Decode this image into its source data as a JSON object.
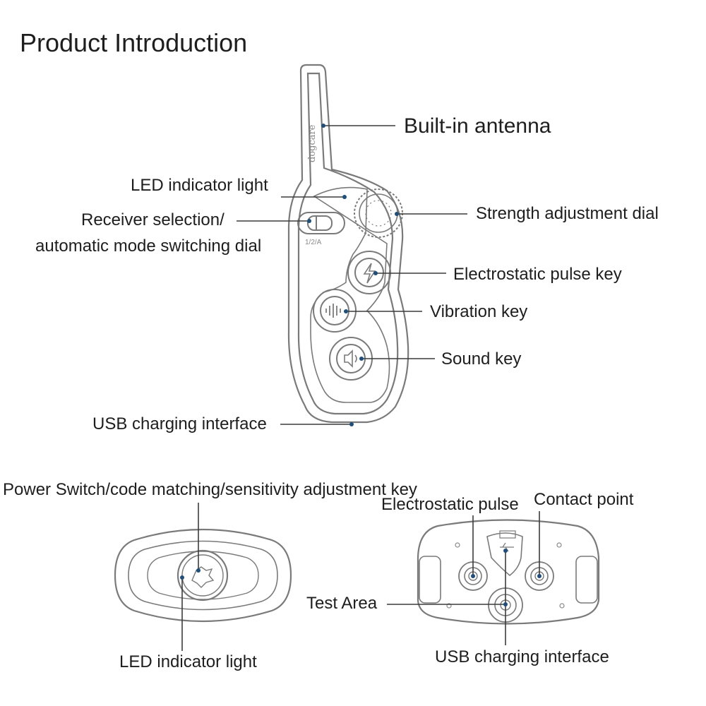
{
  "title": "Product Introduction",
  "remote": {
    "brand_text": "dogcare",
    "mode_text": "1/2/A",
    "labels": {
      "antenna": "Built-in antenna",
      "led": "LED indicator light",
      "receiver_1": "Receiver selection/",
      "receiver_2": "automatic mode switching dial",
      "strength": "Strength adjustment dial",
      "shock": "Electrostatic pulse key",
      "vibration": "Vibration key",
      "sound": "Sound key",
      "usb": "USB charging interface"
    }
  },
  "receiver_front": {
    "labels": {
      "power": "Power Switch/code matching/sensitivity adjustment key",
      "led": "LED indicator light"
    }
  },
  "receiver_back": {
    "labels": {
      "pulse": "Electrostatic pulse",
      "contact": "Contact point",
      "test": "Test Area",
      "usb": "USB charging interface"
    }
  },
  "colors": {
    "line": "#3c3c3c",
    "device": "#7a7a7a",
    "dot": "#1f4e7a"
  }
}
